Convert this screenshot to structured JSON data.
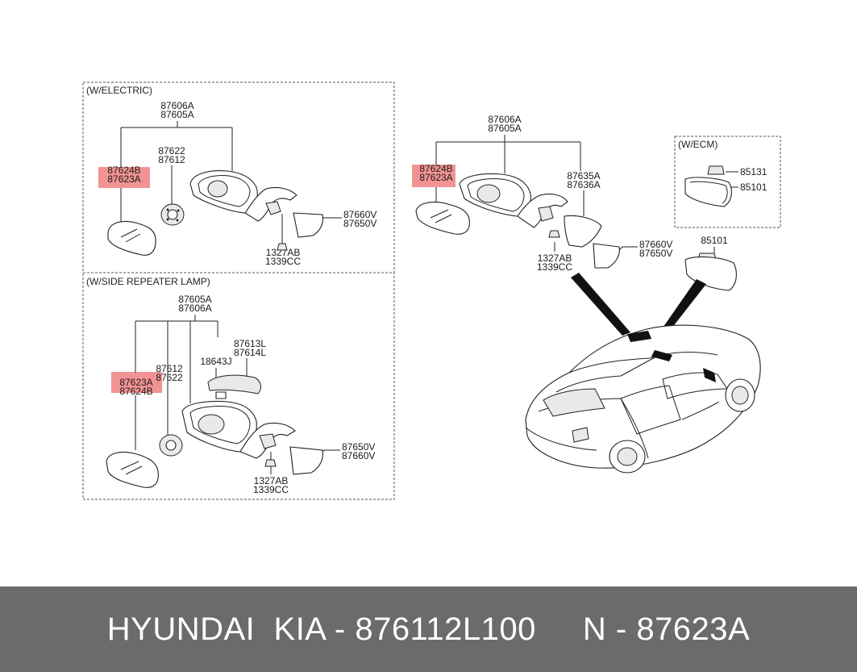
{
  "sections": {
    "electric_title": "(W/ELECTRIC)",
    "repeater_title": "(W/SIDE REPEATER LAMP)",
    "ecm_title": "(W/ECM)"
  },
  "electric": {
    "housing_a": "87606A",
    "housing_b": "87605A",
    "glass_a": "87624B",
    "glass_b": "87623A",
    "actuator_a": "87622",
    "actuator_b": "87612",
    "cover_a": "87660V",
    "cover_b": "87650V",
    "nut_a": "1327AB",
    "nut_b": "1339CC"
  },
  "repeater": {
    "housing_a": "87605A",
    "housing_b": "87606A",
    "lamp_a": "87613L",
    "lamp_b": "87614L",
    "bulb": "18643J",
    "actuator_a": "87612",
    "actuator_b": "87622",
    "glass_a": "87623A",
    "glass_b": "87624B",
    "cover_a": "87650V",
    "cover_b": "87660V",
    "nut_a": "1327AB",
    "nut_b": "1339CC"
  },
  "main": {
    "housing_a": "87606A",
    "housing_b": "87605A",
    "glass_a": "87624B",
    "glass_b": "87623A",
    "cap_a": "87635A",
    "cap_b": "87636A",
    "cover_a": "87660V",
    "cover_b": "87650V",
    "nut_a": "1327AB",
    "nut_b": "1339CC"
  },
  "ecm": {
    "cover": "85131",
    "mirror": "85101"
  },
  "inside_mirror": "85101",
  "footer": {
    "text": "HYUNDAI  KIA - 876112L100     N - 87623A"
  },
  "colors": {
    "highlight": "#f08080",
    "footer_bg": "#6b6b6b",
    "footer_text": "#ffffff"
  }
}
